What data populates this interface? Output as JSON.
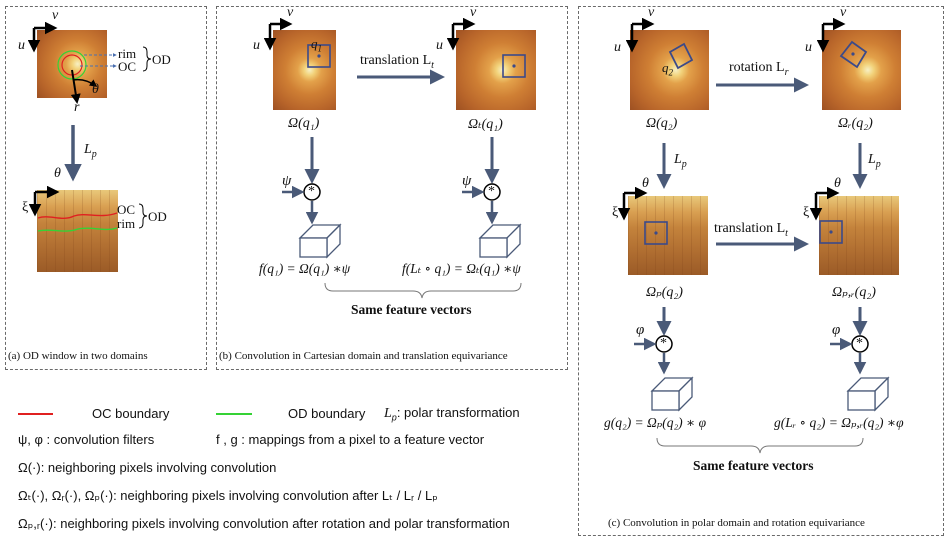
{
  "panel_a": {
    "caption": "(a) OD window in two domains",
    "axis_u": "u",
    "axis_v": "v",
    "axis_r": "r",
    "axis_theta": "θ",
    "axis_xi": "ξ",
    "label_rim": "rim",
    "label_oc": "OC",
    "label_od": "OD",
    "label_oc2": "OC",
    "label_rim2": "rim",
    "label_od2": "OD",
    "arrow_label": "L",
    "arrow_sub": "p"
  },
  "panel_b": {
    "caption": "(b) Convolution in Cartesian domain and translation equivariance",
    "axis_u": "u",
    "axis_v": "v",
    "q1_label": "q",
    "q1_sub": "1",
    "translation_label": "translation L",
    "translation_sub": "t",
    "omega_left": "Ω(q₁)",
    "omega_right": "Ωₜ(q₁)",
    "psi_left": "ψ",
    "psi_right": "ψ",
    "star": "*",
    "eq_left": "f(q₁) = Ω(q₁) ∗ψ",
    "eq_right": "f(Lₜ ∘ q₁) = Ωₜ(q₁) ∗ψ",
    "same_features": "Same feature vectors"
  },
  "panel_c": {
    "caption": "(c) Convolution in polar domain and rotation equivariance",
    "axis_u": "u",
    "axis_v": "v",
    "axis_theta": "θ",
    "axis_xi": "ξ",
    "q2_label": "q",
    "q2_sub": "2",
    "rotation_label": "rotation L",
    "rotation_sub": "r",
    "translation_label": "translation L",
    "translation_sub": "t",
    "omega_left": "Ω(q₂)",
    "omega_right": "Ωᵣ(q₂)",
    "lp_label": "L",
    "lp_sub": "p",
    "omega_p": "Ωₚ(q₂)",
    "omega_pr": "Ωₚ,ᵣ(q₂)",
    "phi_left": "φ",
    "phi_right": "φ",
    "star": "*",
    "eq_left": "g(q₂) = Ωₚ(q₂) ∗ φ",
    "eq_right": "g(Lᵣ ∘ q₂) = Ωₚ,ᵣ(q₂) ∗φ",
    "same_features": "Same feature vectors"
  },
  "legend": {
    "oc_boundary": "OC boundary",
    "od_boundary": "OD boundary",
    "lp_def_sym": "L",
    "lp_def_sub": "p",
    "lp_def": ": polar transformation",
    "filters": "ψ, φ : convolution filters",
    "mappings": "f , g : mappings from a pixel to a feature vector",
    "omega_def": "Ω(·): neighboring pixels involving convolution",
    "omega_t_def": "Ωₜ(·), Ωᵣ(·), Ωₚ(·): neighboring pixels involving convolution after Lₜ / Lᵣ / Lₚ",
    "omega_pr_def": "Ωₚ,ᵣ(·): neighboring pixels involving convolution after rotation and polar transformation"
  },
  "colors": {
    "arrow": "#4a5a78",
    "oc_red": "#e02020",
    "od_green": "#35d235",
    "box": "#3b4a8a"
  }
}
